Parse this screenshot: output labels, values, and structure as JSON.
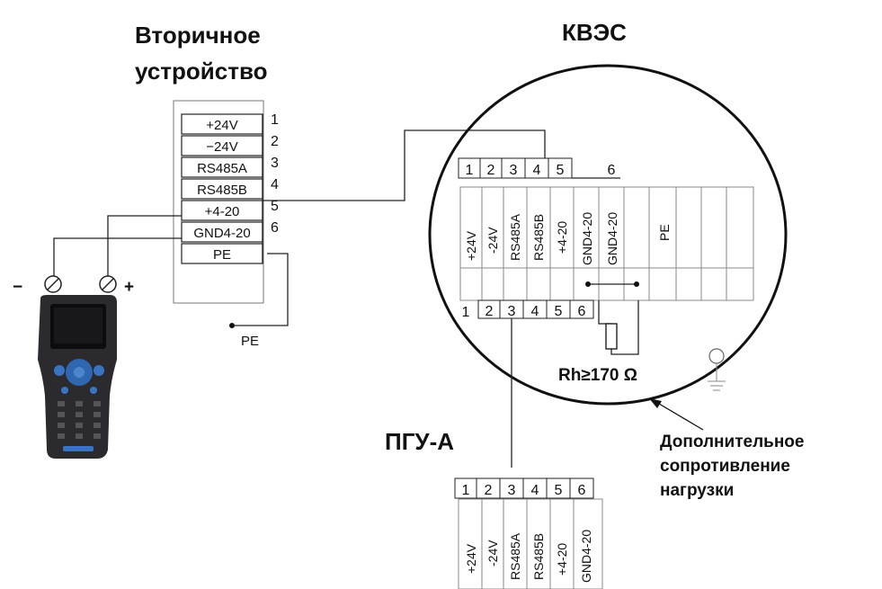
{
  "secondary_device": {
    "title_line1": "Вторичное",
    "title_line2": "устройство",
    "rows": [
      "+24V",
      "−24V",
      "RS485A",
      "RS485B",
      "+4-20",
      "GND4-20",
      "PE"
    ],
    "numbers": [
      "1",
      "2",
      "3",
      "4",
      "5",
      "6"
    ],
    "pe_label": "PE"
  },
  "handheld": {
    "minus": "−",
    "plus": "+"
  },
  "kves": {
    "title": "КВЭС",
    "top_numbers": [
      "1",
      "2",
      "3",
      "4",
      "5",
      "6"
    ],
    "bottom_numbers": [
      "1",
      "2",
      "3",
      "4",
      "5",
      "6"
    ],
    "terminals": [
      "+24V",
      "-24V",
      "RS485A",
      "RS485B",
      "+4-20",
      "GND4-20",
      "GND4-20",
      "PE"
    ],
    "resistor_label": "Rh≥170 Ω"
  },
  "pgu": {
    "title": "ПГУ-А",
    "numbers": [
      "1",
      "2",
      "3",
      "4",
      "5",
      "6"
    ],
    "terminals": [
      "+24V",
      "-24V",
      "RS485A",
      "RS485B",
      "+4-20",
      "GND4-20"
    ]
  },
  "annotation": {
    "line1": "Дополнительное",
    "line2": "сопротивление",
    "line3": "нагрузки"
  }
}
